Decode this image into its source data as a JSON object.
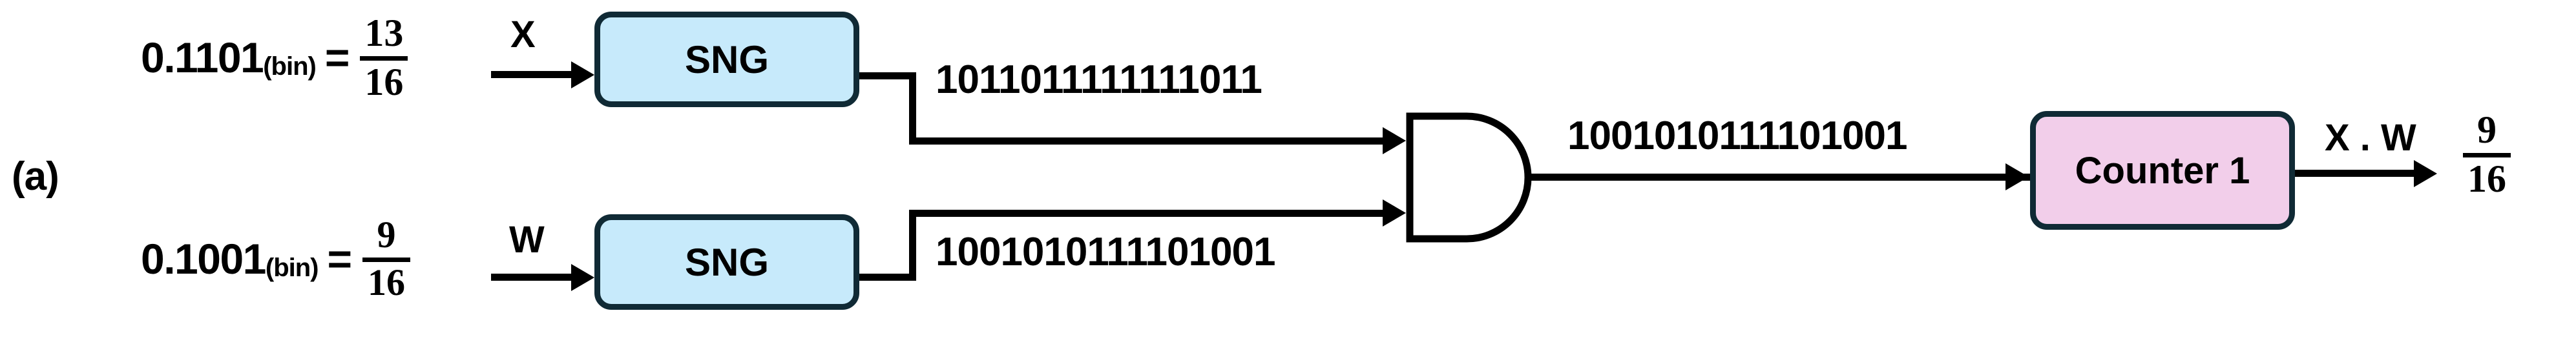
{
  "figure": {
    "panel_label": "(a)",
    "background_color": "#ffffff"
  },
  "colors": {
    "sng_fill": "#C7EAFB",
    "counter_fill": "#F2CEEA",
    "block_border": "#102A35",
    "wire": "#000000",
    "gate_fill": "#ffffff"
  },
  "inputs": [
    {
      "id": "x",
      "binary": "0.1101",
      "subscript": "(bin)",
      "equals": "=",
      "fraction_numerator": "13",
      "fraction_denominator": "16",
      "signal_label": "X",
      "block_label": "SNG",
      "bitstream": "1011011111111011"
    },
    {
      "id": "w",
      "binary": "0.1001",
      "subscript": "(bin)",
      "equals": "=",
      "fraction_numerator": "9",
      "fraction_denominator": "16",
      "signal_label": "W",
      "block_label": "SNG",
      "bitstream": "1001010111101001"
    }
  ],
  "gate": {
    "type": "AND",
    "name": "and-gate",
    "output_bitstream": "1001010111101001"
  },
  "counter": {
    "label": "Counter 1",
    "output_signal_label": "X . W",
    "output_fraction_numerator": "9",
    "output_fraction_denominator": "16"
  }
}
